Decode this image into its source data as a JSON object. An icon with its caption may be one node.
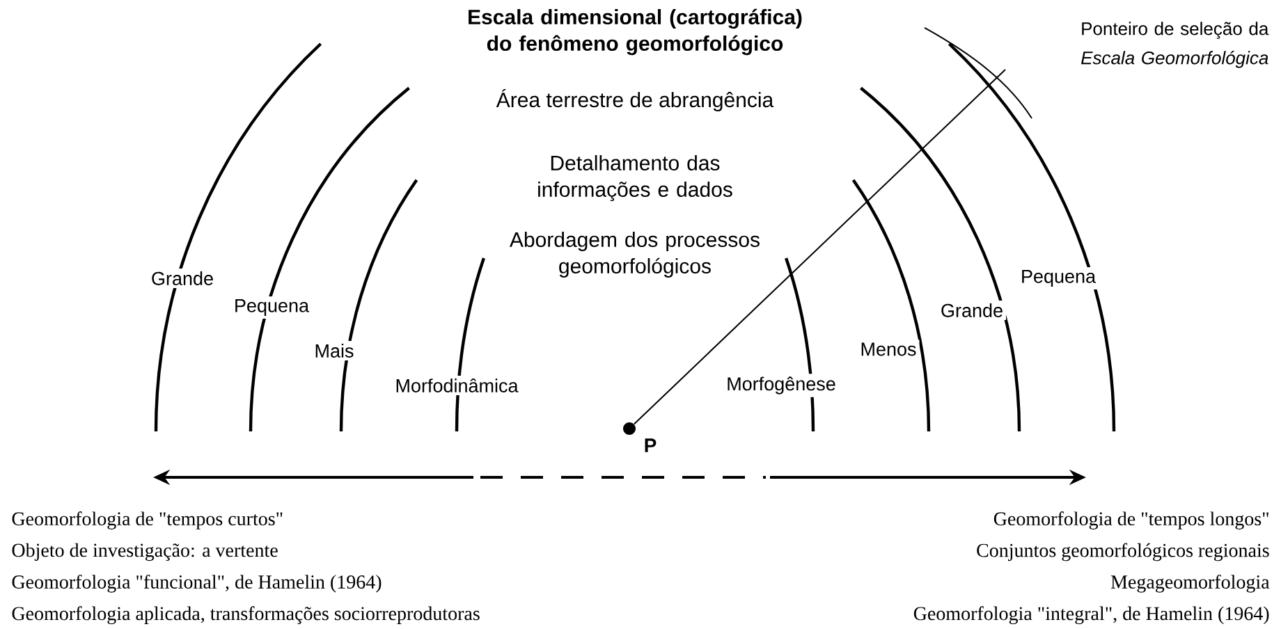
{
  "diagram": {
    "title": "Escala dimensional (cartográfica) do fenômeno geomorfológico",
    "nodes": [
      {
        "text": [],
        "shape": "circle",
        "beside": [
          "P"
        ]
      },
      {
        "text": [
          "Ponteiro de seleção da *Escala Geomorfológica*"
        ]
      }
    ],
    "edges": [
      {
        "from": 0,
        "to": 1,
        "arrow": "none"
      }
    ],
    "labels": [
      "Área terrestre de abrangência",
      "Detalhamento das informações e dados",
      "Abordagem dos processos geomorfológicos",
      "Grande",
      "Pequena",
      "Mais",
      "Morfodinâmica",
      "Morfogênese",
      "Menos",
      "Grande",
      "Pequena",
      "Geomorfologia de \"tempos curtos\"",
      "Objeto de investigação: a vertente",
      "Geomorfologia \"funcional\", de Hamelin (1964)",
      "Geomorfologia aplicada, transformações sociorreprodutoras",
      "Geomorfologia de \"tempos longos\"",
      "Conjuntos geomorfológicos regionais",
      "Megageomorfologia",
      "Geomorfologia \"integral\", de Hamelin (1964)"
    ]
  }
}
